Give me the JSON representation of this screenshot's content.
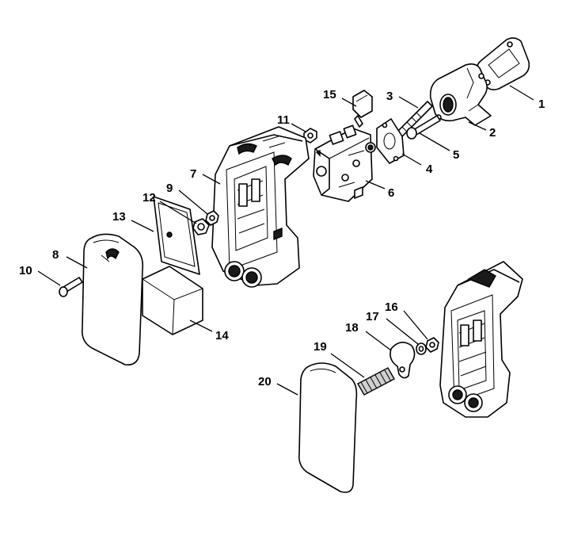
{
  "diagram": {
    "callouts": [
      {
        "number": "1"
      },
      {
        "number": "2"
      },
      {
        "number": "3"
      },
      {
        "number": "4"
      },
      {
        "number": "5"
      },
      {
        "number": "6"
      },
      {
        "number": "7"
      },
      {
        "number": "8"
      },
      {
        "number": "9"
      },
      {
        "number": "10"
      },
      {
        "number": "11"
      },
      {
        "number": "12"
      },
      {
        "number": "13"
      },
      {
        "number": "14"
      },
      {
        "number": "15"
      },
      {
        "number": "16"
      },
      {
        "number": "17"
      },
      {
        "number": "18"
      },
      {
        "number": "19"
      },
      {
        "number": "20"
      }
    ],
    "colors": {
      "ink": "#000000",
      "paper": "#ffffff"
    }
  }
}
